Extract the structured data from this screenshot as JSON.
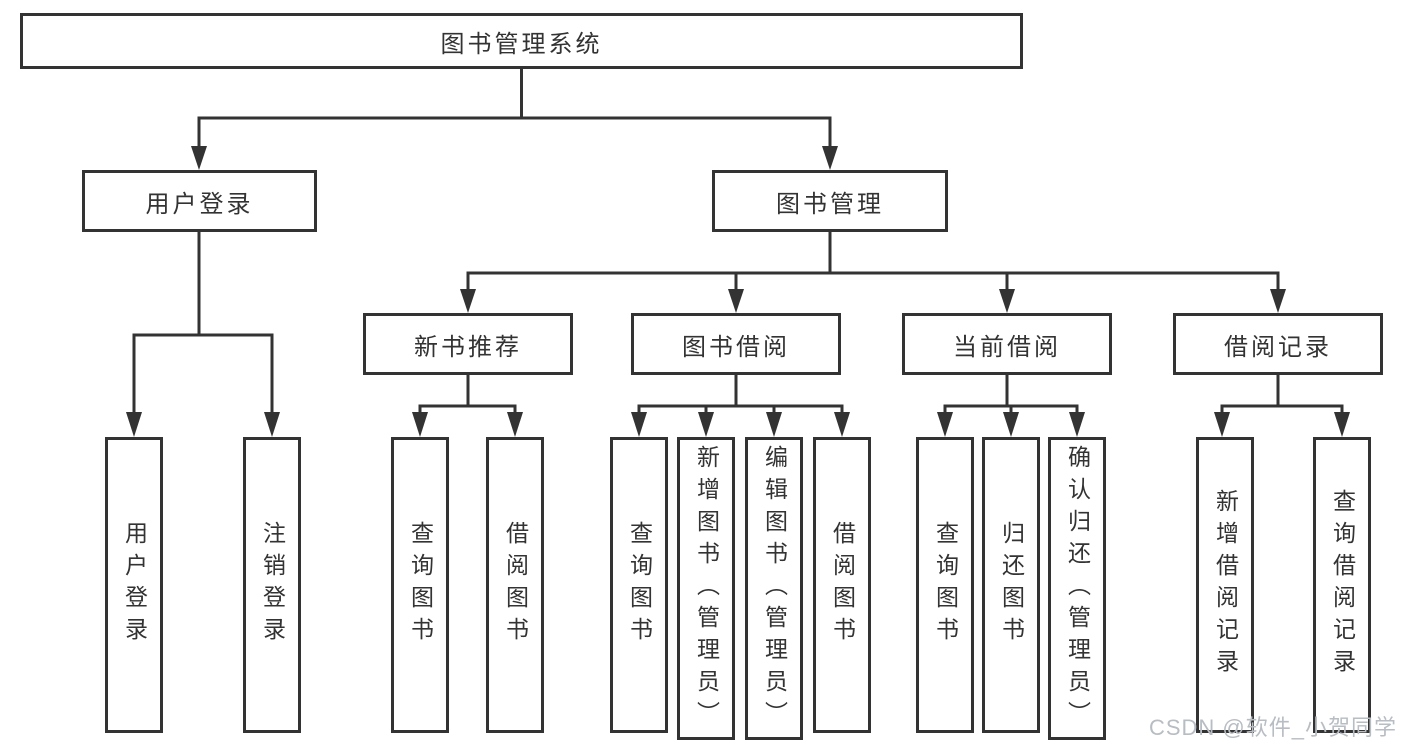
{
  "tree": {
    "label": "图书管理系统",
    "children": [
      {
        "label": "用户登录",
        "children": [
          {
            "label": "用户登录"
          },
          {
            "label": "注销登录"
          }
        ]
      },
      {
        "label": "图书管理",
        "children": [
          {
            "label": "新书推荐",
            "children": [
              {
                "label": "查询图书"
              },
              {
                "label": "借阅图书"
              }
            ]
          },
          {
            "label": "图书借阅",
            "children": [
              {
                "label": "查询图书"
              },
              {
                "label": "新增图书（管理员）"
              },
              {
                "label": "编辑图书（管理员）"
              },
              {
                "label": "借阅图书"
              }
            ]
          },
          {
            "label": "当前借阅",
            "children": [
              {
                "label": "查询图书"
              },
              {
                "label": "归还图书"
              },
              {
                "label": "确认归还（管理员）"
              }
            ]
          },
          {
            "label": "借阅记录",
            "children": [
              {
                "label": "新增借阅记录"
              },
              {
                "label": "查询借阅记录"
              }
            ]
          }
        ]
      }
    ]
  },
  "watermark": {
    "text": "CSDN @软件_小贺同学"
  },
  "colors": {
    "line": "#333333",
    "border": "#333333",
    "text": "#333333",
    "background": "#ffffff",
    "watermark": "#b7bdc3"
  }
}
